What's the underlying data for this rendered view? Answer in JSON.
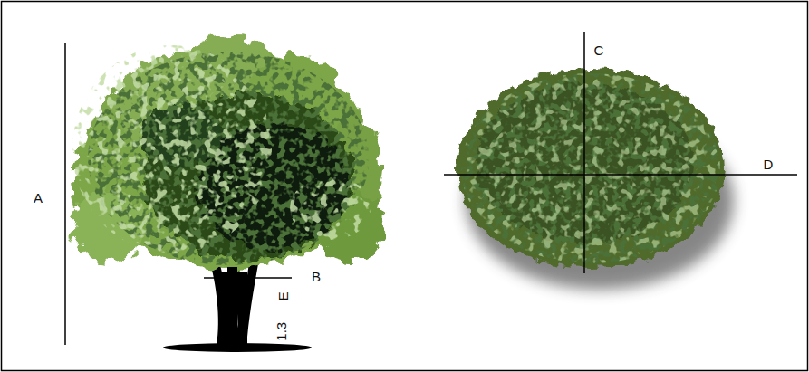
{
  "diagram": {
    "labels": [
      "A",
      "B",
      "C",
      "D",
      "E",
      "1.3"
    ]
  }
}
